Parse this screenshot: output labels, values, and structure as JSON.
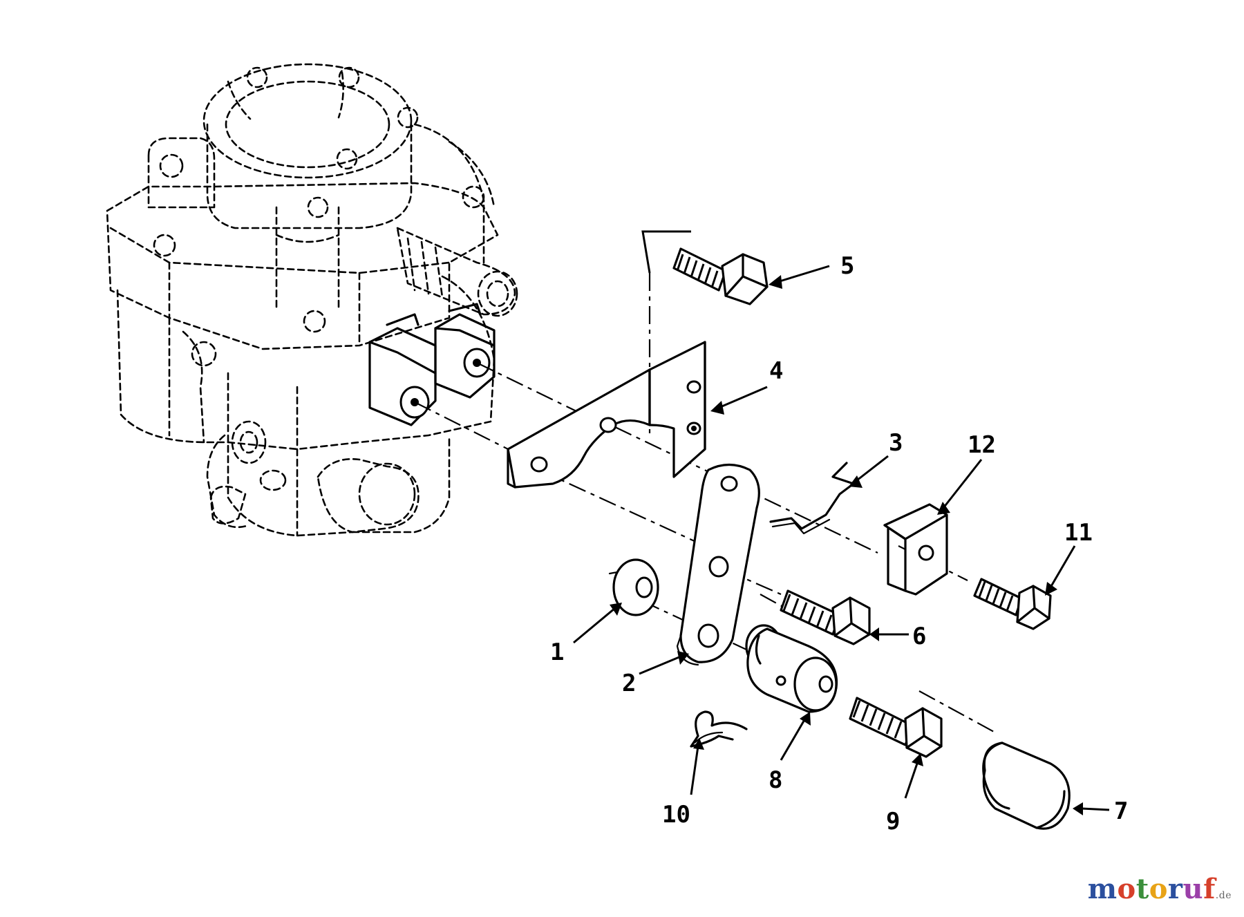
{
  "diagram": {
    "callouts": [
      {
        "id": "1",
        "label": "1"
      },
      {
        "id": "2",
        "label": "2"
      },
      {
        "id": "3",
        "label": "3"
      },
      {
        "id": "4",
        "label": "4"
      },
      {
        "id": "5",
        "label": "5"
      },
      {
        "id": "6",
        "label": "6"
      },
      {
        "id": "7",
        "label": "7"
      },
      {
        "id": "8",
        "label": "8"
      },
      {
        "id": "9",
        "label": "9"
      },
      {
        "id": "10",
        "label": "10"
      },
      {
        "id": "11",
        "label": "11"
      },
      {
        "id": "12",
        "label": "12"
      }
    ]
  },
  "watermark": {
    "letters": [
      "m",
      "o",
      "t",
      "o",
      "r",
      "u",
      "f"
    ],
    "letter_colors": [
      "#2b4f9e",
      "#d6402b",
      "#3b8f3b",
      "#e8a317",
      "#2b4f9e",
      "#9b3fa8",
      "#d6402b"
    ],
    "suffix": ".de"
  }
}
